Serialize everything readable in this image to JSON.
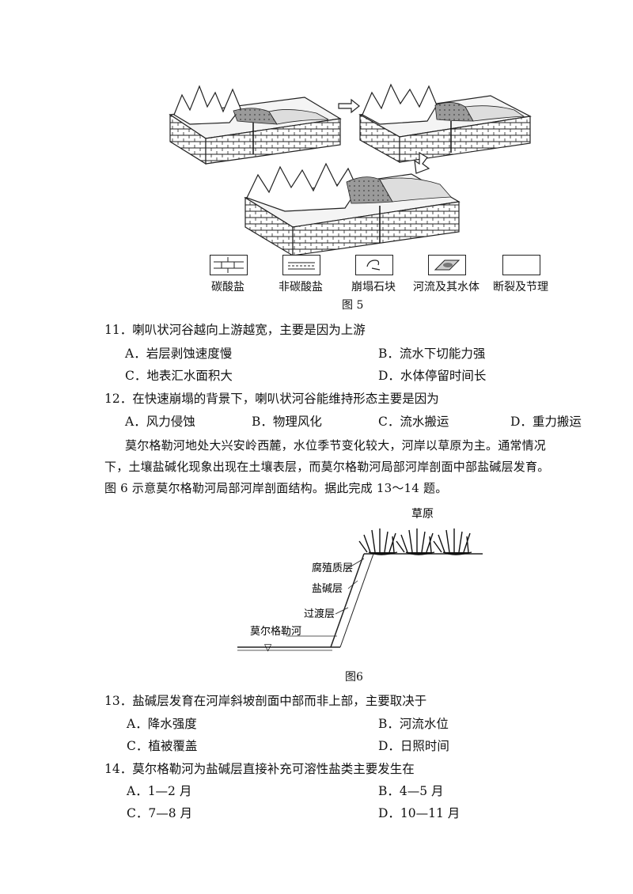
{
  "figure5": {
    "legend": [
      {
        "icon": "carbonate-pattern",
        "label": "碳酸盐"
      },
      {
        "icon": "non-carbonate-pattern",
        "label": "非碳酸盐"
      },
      {
        "icon": "collapse-block",
        "label": "崩塌石块"
      },
      {
        "icon": "river-water",
        "label": "河流及其水体"
      },
      {
        "icon": "fault-joint",
        "label": "断裂及节理"
      }
    ],
    "caption": "图 5"
  },
  "q11": {
    "stem": "11．喇叭状河谷越向上游越宽，主要是因为上游",
    "options": [
      "A．岩层剥蚀速度慢",
      "B．流水下切能力强",
      "C．地表汇水面积大",
      "D．水体停留时间长"
    ]
  },
  "q12": {
    "stem": "12．在快速崩塌的背景下，喇叭状河谷能维持形态主要是因为",
    "options": [
      "A．风力侵蚀",
      "B．物理风化",
      "C．流水搬运",
      "D．重力搬运"
    ]
  },
  "passage": {
    "line1": "莫尔格勒河地处大兴安岭西麓，水位季节变化较大，河岸以草原为主。通常情况",
    "line2": "下，土壤盐碱化现象出现在土壤表层，而莫尔格勒河局部河岸剖面中部盐碱层发育。",
    "line3": "图 6 示意莫尔格勒河局部河岸剖面结构。据此完成 13～14 题。"
  },
  "figure6": {
    "grassland": "草原",
    "humus": "腐殖质层",
    "saline": "盐碱层",
    "transition": "过渡层",
    "river": "莫尔格勒河",
    "caption": "图6"
  },
  "q13": {
    "stem": "13．盐碱层发育在河岸斜坡剖面中部而非上部，主要取决于",
    "options": [
      "A．降水强度",
      "B．河流水位",
      "C．植被覆盖",
      "D．日照时间"
    ]
  },
  "q14": {
    "stem": "14．莫尔格勒河为盐碱层直接补充可溶性盐类主要发生在",
    "options": [
      "A．1—2 月",
      "B．4—5 月",
      "C．7—8 月",
      "D．10—11 月"
    ]
  }
}
